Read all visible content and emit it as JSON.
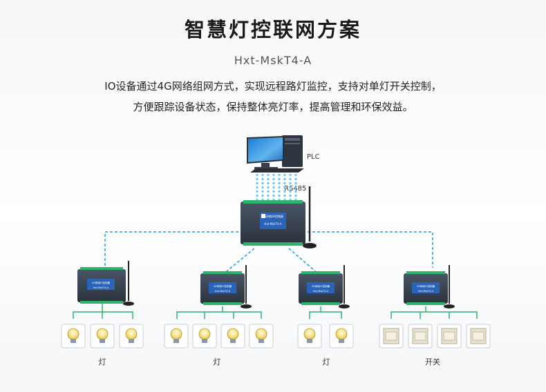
{
  "header": {
    "title": "智慧灯控联网方案",
    "model": "Hxt-MskT4-A"
  },
  "description": {
    "line1": "IO设备通过4G网络组网方式，实现远程路灯监控，支持对单灯开关控制，",
    "line2": "方便跟踪设备状态，保持整体亮灯率，提高管理和环保效益。"
  },
  "diagram": {
    "pc_label": "PLC",
    "bus_label": "RS485",
    "main_device": {
      "name": "4G网络IO控制器",
      "model": "Hxt-MskT4-A"
    },
    "sub_devices": [
      {
        "name": "4G网络IO控制器",
        "model": "Hxt-MskT4-A",
        "caption": "灯",
        "endpoint": "bulb",
        "count": 3
      },
      {
        "name": "4G网络IO控制器",
        "model": "Hxt-MskT4-A",
        "caption": "灯",
        "endpoint": "bulb",
        "count": 4
      },
      {
        "name": "4G网络IO控制器",
        "model": "Hxt-MskT4-A",
        "caption": "灯",
        "endpoint": "bulb",
        "count": 2
      },
      {
        "name": "4G网络IO控制器",
        "model": "Hxt-MskT4-A",
        "caption": "开关",
        "endpoint": "switch",
        "count": 4
      }
    ],
    "colors": {
      "link": "#1e9bd7",
      "wire": "#2db36b",
      "device": "#3a4250",
      "panel": "#1f6fc4"
    }
  }
}
